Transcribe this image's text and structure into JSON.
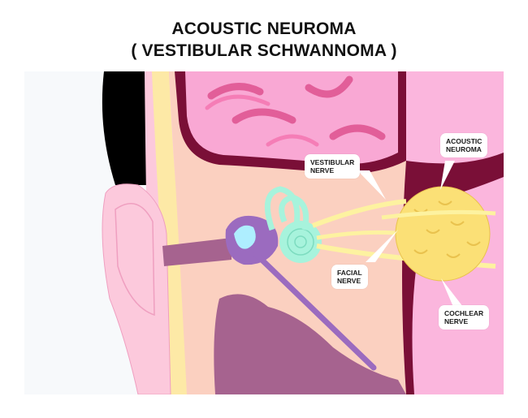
{
  "title": {
    "line1": "ACOUSTIC NEUROMA",
    "line2": "( VESTIBULAR SCHWANNOMA )"
  },
  "labels": {
    "acoustic_neuroma": [
      "ACOUSTIC",
      "NEUROMA"
    ],
    "vestibular_nerve": [
      "VESTIBULAR",
      "NERVE"
    ],
    "facial_nerve": [
      "FACIAL",
      "NERVE"
    ],
    "cochlear_nerve": [
      "COCHLEAR",
      "NERVE"
    ]
  },
  "colors": {
    "background": "#f7f9fb",
    "brain": "#f9a8d4",
    "brain_fold": "#e25e99",
    "brain_outline": "#7a0f37",
    "skin": "#fcc9dc",
    "bone": "#fde9a6",
    "tissue": "#fbd0c0",
    "tumor": "#fbe076",
    "nerve": "#fdf2a0",
    "cochlea": "#a7f3dc",
    "middle_ear": "#9b6bbf",
    "ear_canal_fluid": "#aeeeff",
    "cavity": "#a6638f",
    "hair": "#000000"
  }
}
